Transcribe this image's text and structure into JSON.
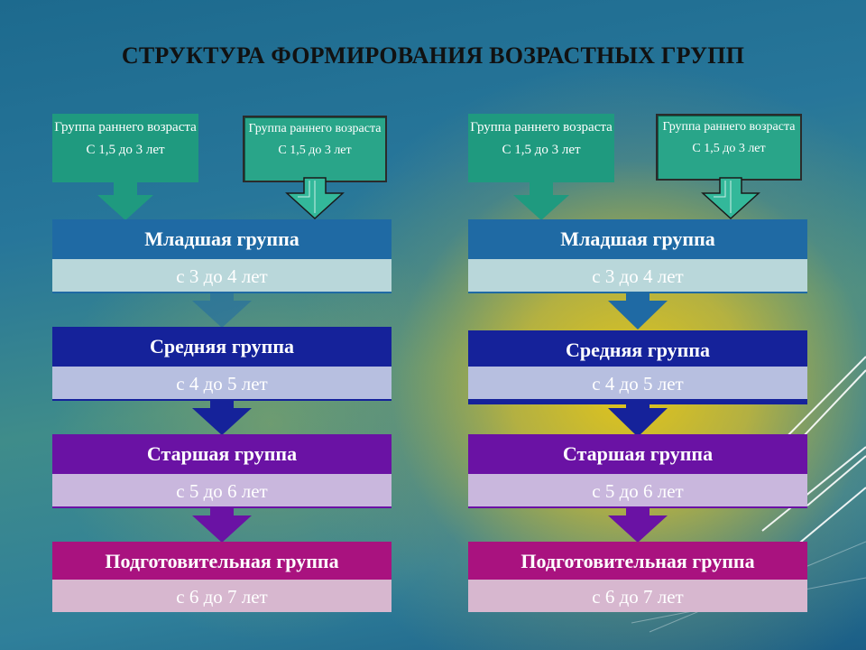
{
  "title": "СТРУКТУРА ФОРМИРОВАНИЯ ВОЗРАСТНЫХ ГРУПП",
  "colors": {
    "source_box": "#1f9a7f",
    "junior": "#1f6aa4",
    "middle": "#15229a",
    "senior": "#6a12a4",
    "preparatory": "#a9127f"
  },
  "columns": [
    {
      "source1": {
        "title": "Группа раннего возраста",
        "range": "С 1,5 до 3 лет"
      },
      "source2": {
        "title": "Группа раннего возраста",
        "range": "С 1,5 до 3 лет"
      },
      "groups": [
        {
          "name": "Младшая группа",
          "range": "с 3 до 4 лет"
        },
        {
          "name": "Средняя группа",
          "range": "с 4 до 5 лет"
        },
        {
          "name": "Старшая группа",
          "range": "с 5 до 6 лет"
        },
        {
          "name": "Подготовительная группа",
          "range": "с 6 до 7 лет"
        }
      ]
    },
    {
      "source1": {
        "title": "Группа раннего возраста",
        "range": "С 1,5 до 3 лет"
      },
      "source2": {
        "title": "Группа раннего возраста",
        "range": "С 1,5 до 3 лет"
      },
      "groups": [
        {
          "name": "Младшая группа",
          "range": "с 3 до 4 лет"
        },
        {
          "name": "Средняя группа",
          "range": "с 4 до 5 лет"
        },
        {
          "name": "Старшая группа",
          "range": "с 5 до 6 лет"
        },
        {
          "name": "Подготовительная группа",
          "range": "с 6 до 7 лет"
        }
      ]
    }
  ]
}
